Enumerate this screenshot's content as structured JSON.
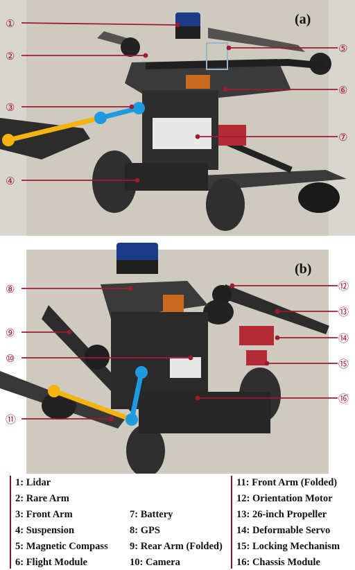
{
  "panel_a": {
    "label": "(a)"
  },
  "panel_b": {
    "label": "(b)"
  },
  "callouts_a": [
    {
      "num": "①"
    },
    {
      "num": "②"
    },
    {
      "num": "③"
    },
    {
      "num": "④"
    },
    {
      "num": "⑤"
    },
    {
      "num": "⑥"
    },
    {
      "num": "⑦"
    }
  ],
  "callouts_b": [
    {
      "num": "⑧"
    },
    {
      "num": "⑨"
    },
    {
      "num": "⑩"
    },
    {
      "num": "⑪"
    },
    {
      "num": "⑫"
    },
    {
      "num": "⑬"
    },
    {
      "num": "⑭"
    },
    {
      "num": "⑮"
    },
    {
      "num": "⑯"
    }
  ],
  "legend": {
    "col1": [
      "1: Lidar",
      "2: Rare Arm",
      "3: Front Arm",
      "4: Suspension",
      "5: Magnetic Compass",
      "6: Flight Module"
    ],
    "col2": [
      "7: Battery",
      "8: GPS",
      "9: Rear Arm (Folded)",
      "10: Camera"
    ],
    "col3": [
      "11: Front Arm (Folded)",
      "12: Orientation Motor",
      "13: 26-inch Propeller",
      "14: Deformable Servo",
      "15: Locking Mechanism",
      "16: Chassis Module"
    ]
  },
  "colors": {
    "callout": "#a01a2e",
    "arm_orange": "#f5b312",
    "arm_blue": "#1e9be0"
  }
}
